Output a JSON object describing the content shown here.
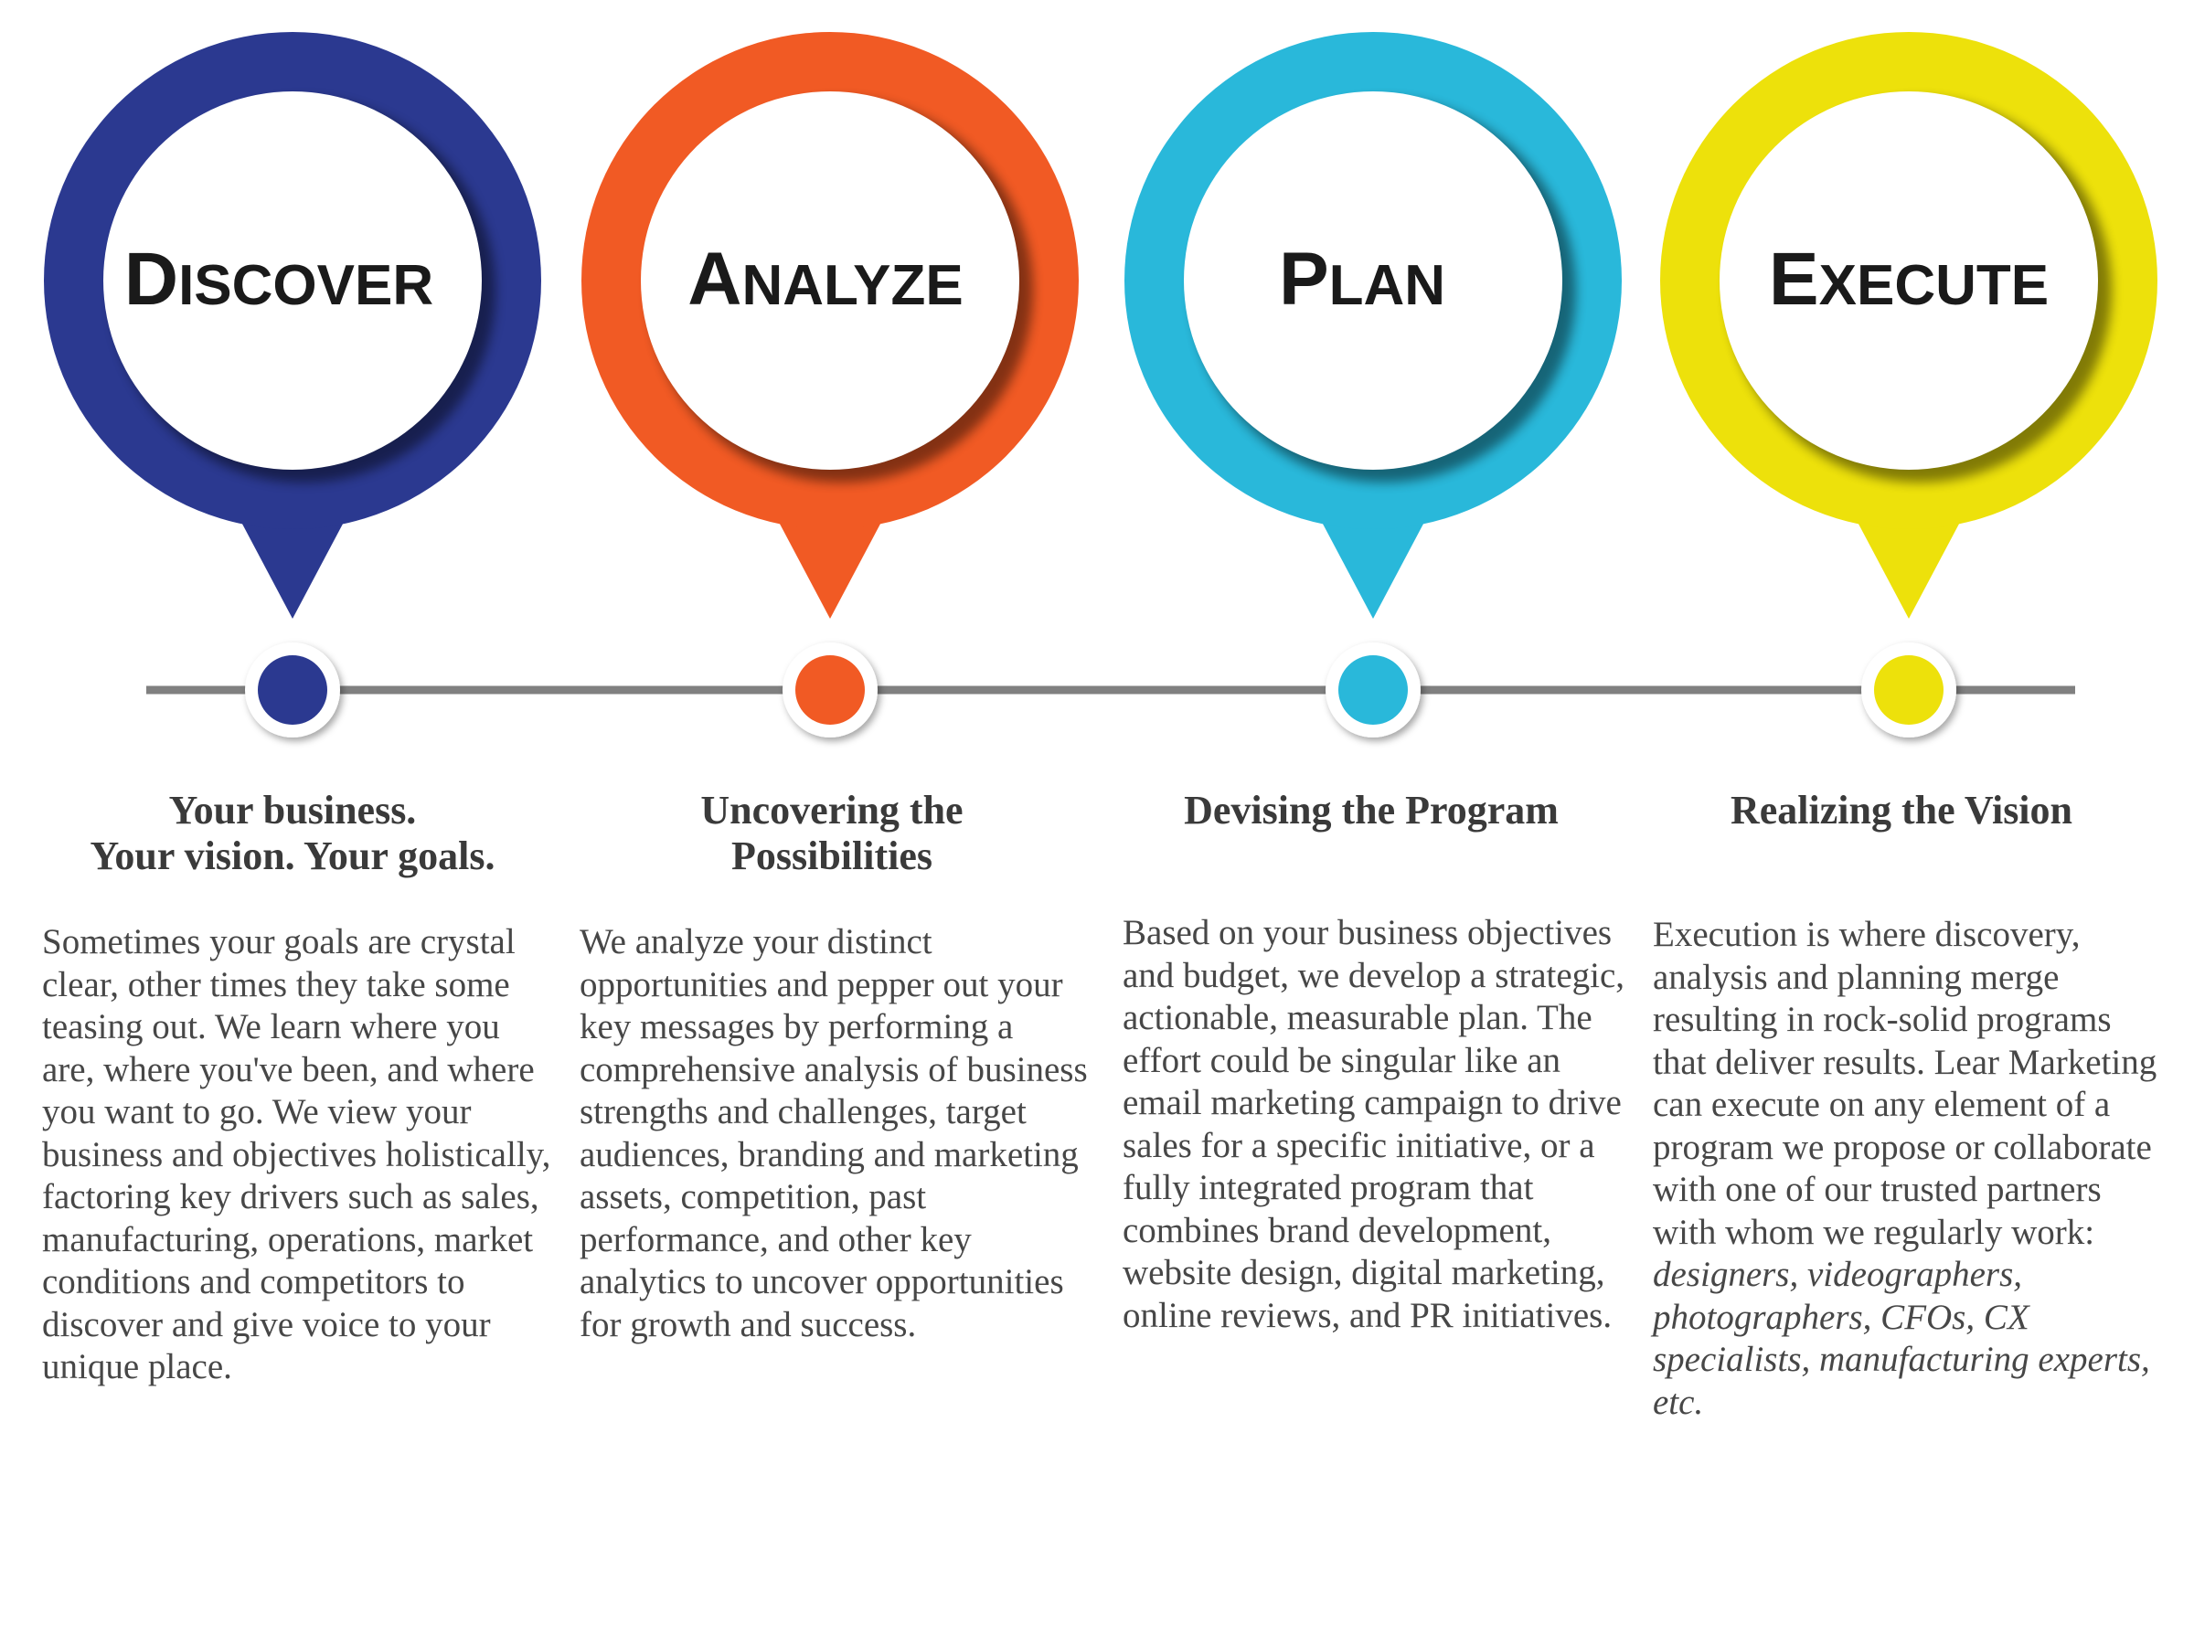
{
  "steps": [
    {
      "title_initial": "D",
      "title_rest": "iscover",
      "color": "#2b3990",
      "heading": [
        "Your business.",
        "Your vision. Your goals."
      ],
      "description": "Sometimes your goals are crystal clear, other times they take some teasing out. We learn where you are, where you've been, and where you want to go. We view your business and objectives holistically, factoring key drivers such as sales, manufacturing, operations, market conditions and competitors to discover and give voice to your unique place.",
      "description_italic": ""
    },
    {
      "title_initial": "A",
      "title_rest": "nalyze",
      "color": "#f15a24",
      "heading": [
        "Uncovering the",
        "Possibilities"
      ],
      "description": "We analyze your distinct opportunities and pepper out your key messages by performing a comprehensive analysis of business strengths and challenges, target audiences, branding and marketing assets, competition, past performance, and other key analytics to uncover opportunities for growth and success.",
      "description_italic": ""
    },
    {
      "title_initial": "P",
      "title_rest": "lan",
      "color": "#29b8da",
      "heading": [
        "Devising the Program"
      ],
      "description": "Based on your business objectives and budget, we develop a strategic, actionable, measurable plan. The effort could be singular like an email marketing campaign to drive sales for a specific initiative, or a fully integrated program that combines brand development, website design, digital marketing, online reviews, and PR initiatives.",
      "description_italic": ""
    },
    {
      "title_initial": "E",
      "title_rest": "xecute",
      "color": "#ede10b",
      "heading": [
        "Realizing the Vision"
      ],
      "description": "Execution is where discovery, analysis and planning merge resulting in rock-solid programs that deliver results. Lear Marketing can execute on any element of a program we propose or collaborate with one of our trusted partners with whom we regularly work: ",
      "description_italic": "designers, videographers, photographers, CFOs, CX specialists, manufacturing experts, etc."
    }
  ],
  "timeline_color": "#808080"
}
